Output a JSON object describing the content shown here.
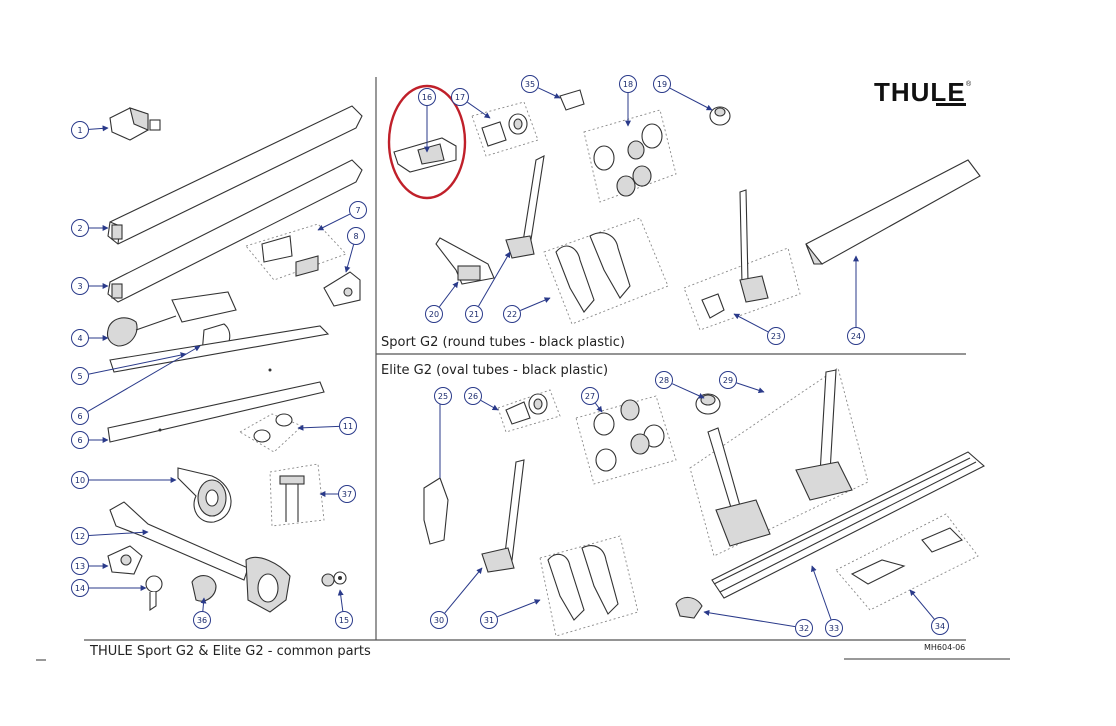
{
  "brand": {
    "name": "THULE",
    "reg_mark": "®"
  },
  "sections": {
    "sport": "Sport G2 (round tubes - black plastic)",
    "elite": "Elite G2 (oval tubes - black plastic)"
  },
  "footer": {
    "title": "THULE Sport G2 & Elite G2 - common parts",
    "code": "MH604-06"
  },
  "colors": {
    "highlight": "#c0202a",
    "label": "#2a3a8a",
    "line": "#333333"
  },
  "parts": [
    "1",
    "2",
    "3",
    "4",
    "5",
    "6",
    "6",
    "7",
    "8",
    "10",
    "11",
    "12",
    "13",
    "14",
    "15",
    "36",
    "37",
    "16",
    "17",
    "35",
    "18",
    "19",
    "20",
    "21",
    "22",
    "23",
    "24",
    "25",
    "26",
    "27",
    "28",
    "29",
    "30",
    "31",
    "32",
    "33",
    "34"
  ]
}
